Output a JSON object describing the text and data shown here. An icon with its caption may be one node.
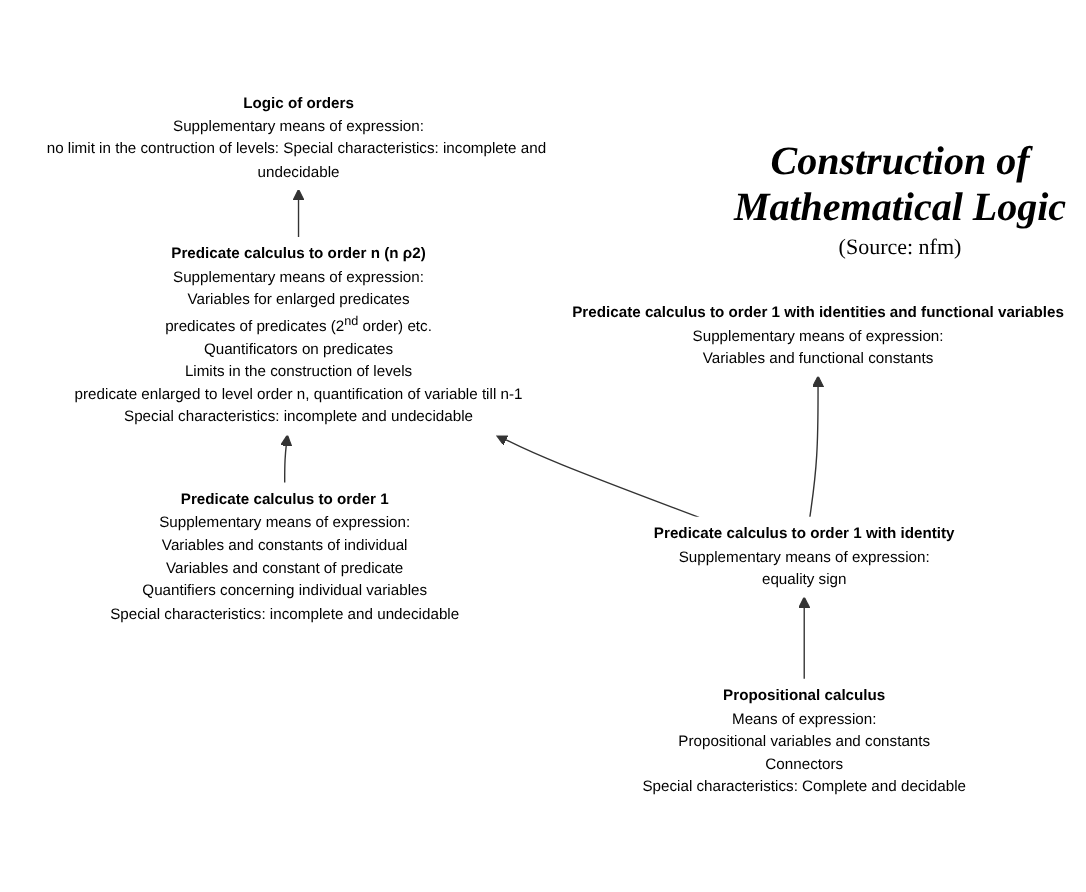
{
  "diagram": {
    "title": "Construction of Mathematical Logic",
    "nodes": [
      {
        "text": [
          "Logic of orders",
          "Supplementary means of expression:",
          "no limit in the contruction of levels: Special characteristics: incomplete and undecidable"
        ]
      },
      {
        "text": [
          "Predicate calculus to order n (n ρ2)",
          "Supplementary means of expression:",
          "Variables for enlarged predicates",
          "predicates of predicates (2$^{nd}$ order) etc.",
          "Quantificators on predicates",
          "Limits in the construction of levels",
          "predicate enlarged to level order n, quantification of variable till n-1",
          "Special characteristics: incomplete and undecidable"
        ]
      },
      {
        "text": [
          "Predicate calculus to order 1 with identities and functional variables",
          "Supplementary means of expression:",
          "Variables and functional constants"
        ]
      },
      {
        "text": [
          "Predicate calculus to order 1 with identity",
          "Supplementary means of expression:",
          "equality sign"
        ]
      },
      {
        "text": [
          "Predicate calculus to order 1",
          "Supplementary means of expression:",
          "Variables and constants of individual",
          "Variables and constant of predicate",
          "Quantifiers concerning individual variables",
          "Special characteristics: incomplete and undecidable"
        ]
      },
      {
        "text": [
          "Propositional calculus",
          "Means of expression:",
          "Propositional variables and constants",
          "Connectors",
          "Special characteristics: Complete and decidable"
        ]
      }
    ],
    "edges": [
      {
        "from": 1,
        "to": 0,
        "arrow": "to"
      },
      {
        "from": 4,
        "to": 1,
        "arrow": "to"
      },
      {
        "from": 3,
        "to": 1,
        "arrow": "to"
      },
      {
        "from": 3,
        "to": 2,
        "arrow": "to"
      },
      {
        "from": 5,
        "to": 3,
        "arrow": "to"
      }
    ],
    "labels": [
      "(Source: nfm)"
    ]
  }
}
